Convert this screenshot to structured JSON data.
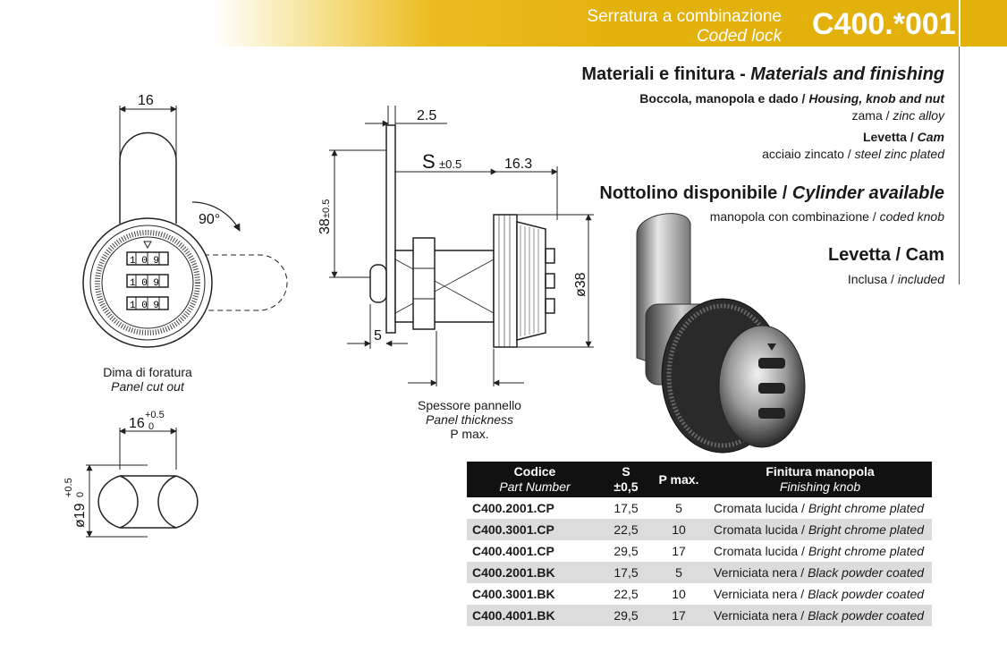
{
  "header": {
    "title_it": "Serratura a combinazione",
    "title_en": "Coded lock",
    "code": "C400.*001"
  },
  "materials": {
    "heading_it": "Materiali e finitura - ",
    "heading_en": "Materials and finishing",
    "housing_label_it": "Boccola, manopola e dado / ",
    "housing_label_en": "Housing, knob and nut",
    "housing_value_it": "zama / ",
    "housing_value_en": "zinc alloy",
    "cam_label_it": "Levetta / ",
    "cam_label_en": "Cam",
    "cam_value_it": "acciaio zincato / ",
    "cam_value_en": "steel zinc plated"
  },
  "cylinder": {
    "heading_it": "Nottolino disponibile / ",
    "heading_en": "Cylinder available",
    "value_it": "manopola con combinazione / ",
    "value_en": "coded knob"
  },
  "cam": {
    "heading": "Levetta / Cam",
    "value_it": "Inclusa / ",
    "value_en": "included"
  },
  "drawing": {
    "width_16": "16",
    "rotation": "90°",
    "cutout_it": "Dima di foratura",
    "cutout_en": "Panel cut out",
    "cutout_w": "16",
    "cutout_w_tol_plus": "+0.5",
    "cutout_w_tol_zero": "0",
    "cutout_d": "ø19",
    "cutout_d_tol_plus": "+0.5",
    "cutout_d_tol_zero": "0",
    "dim_2_5": "2.5",
    "dim_S": "S",
    "dim_S_tol": "±0.5",
    "dim_16_3": "16.3",
    "dim_38": "38",
    "dim_38_tol": "±0.5",
    "dim_d38": "ø38",
    "dim_5": "5",
    "panel_it": "Spessore pannello",
    "panel_en": "Panel thickness",
    "panel_p": "P max.",
    "dial_digits": "1 0 9"
  },
  "table": {
    "headers": {
      "code_it": "Codice",
      "code_en": "Part Number",
      "s": "S",
      "s_tol": "±0,5",
      "p": "P max.",
      "finish_it": "Finitura manopola",
      "finish_en": "Finishing knob"
    },
    "rows": [
      {
        "code": "C400.2001.CP",
        "s": "17,5",
        "p": "5",
        "finish_it": "Cromata lucida / ",
        "finish_en": "Bright chrome plated"
      },
      {
        "code": "C400.3001.CP",
        "s": "22,5",
        "p": "10",
        "finish_it": "Cromata lucida / ",
        "finish_en": "Bright chrome plated"
      },
      {
        "code": "C400.4001.CP",
        "s": "29,5",
        "p": "17",
        "finish_it": "Cromata lucida / ",
        "finish_en": "Bright chrome plated"
      },
      {
        "code": "C400.2001.BK",
        "s": "17,5",
        "p": "5",
        "finish_it": "Verniciata nera / ",
        "finish_en": "Black powder coated"
      },
      {
        "code": "C400.3001.BK",
        "s": "22,5",
        "p": "10",
        "finish_it": "Verniciata nera / ",
        "finish_en": "Black powder coated"
      },
      {
        "code": "C400.4001.BK",
        "s": "29,5",
        "p": "17",
        "finish_it": "Verniciata nera / ",
        "finish_en": "Black powder coated"
      }
    ]
  }
}
